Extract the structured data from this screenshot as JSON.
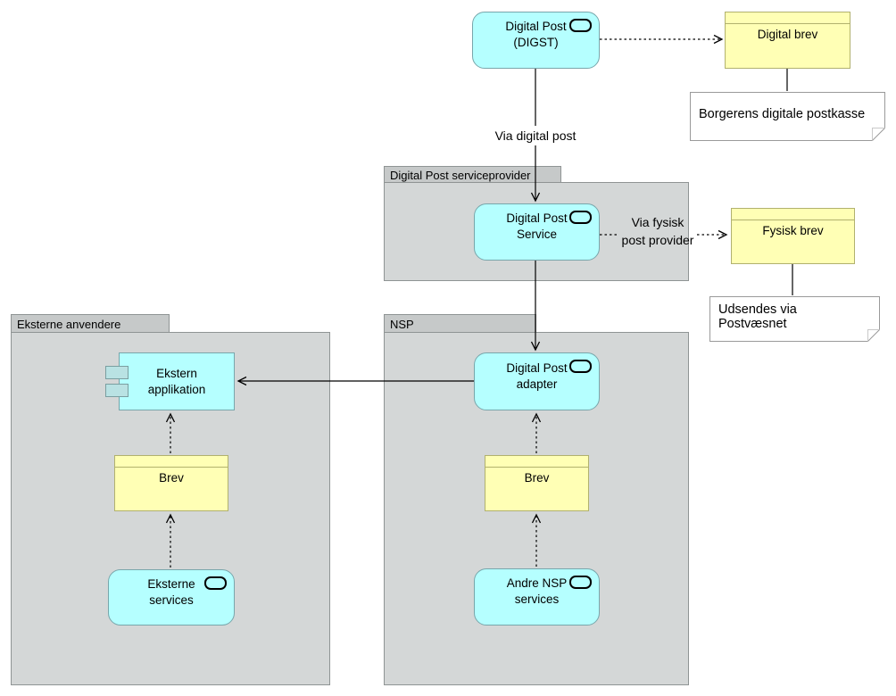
{
  "colors": {
    "application_fill": "#B5FFFF",
    "application_border": "#78A6AB",
    "business_fill": "#FFFFB5",
    "business_border": "#B1B16E",
    "group_fill": "#D4D7D7",
    "group_tab_fill": "#C6C9C9",
    "group_border": "#8F9494",
    "note_fill": "#FFFFFF",
    "note_border": "#9A9A9A",
    "connection_line": "#000000",
    "canvas_bg": "#FFFFFF"
  },
  "groups": {
    "serviceprovider": {
      "label": "Digital Post serviceprovider"
    },
    "eksterne_anvendere": {
      "label": "Eksterne anvendere"
    },
    "nsp": {
      "label": "NSP"
    }
  },
  "nodes": {
    "digst": {
      "label": "Digital Post\n(DIGST)",
      "type": "service"
    },
    "dp_service": {
      "label": "Digital Post\nService",
      "type": "service"
    },
    "dp_adapter": {
      "label": "Digital Post\nadapter",
      "type": "service"
    },
    "ekstern_applikation": {
      "label": "Ekstern\napplikation",
      "type": "component"
    },
    "eksterne_services": {
      "label": "Eksterne\nservices",
      "type": "service"
    },
    "andre_nsp_services": {
      "label": "Andre NSP\nservices",
      "type": "service"
    },
    "digital_brev": {
      "label": "Digital brev",
      "type": "business-object"
    },
    "fysisk_brev": {
      "label": "Fysisk brev",
      "type": "business-object"
    },
    "brev_eksterne": {
      "label": "Brev",
      "type": "business-object"
    },
    "brev_nsp": {
      "label": "Brev",
      "type": "business-object"
    }
  },
  "notes": {
    "digitale_postkasse": {
      "text": "Borgerens digitale postkasse"
    },
    "postvaesnet": {
      "text": "Udsendes via Postvæsnet"
    }
  },
  "edge_labels": {
    "via_digital_post": "Via digital post",
    "via_fysisk_post": "Via fysisk\npost provider"
  }
}
